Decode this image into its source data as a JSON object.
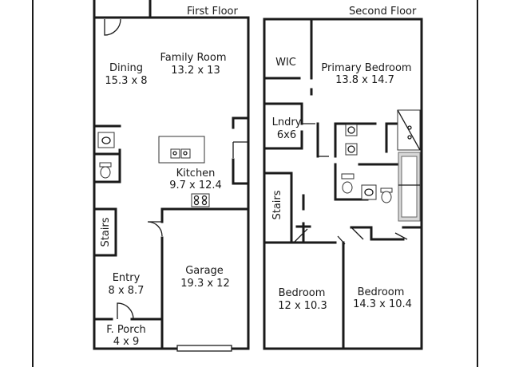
{
  "headers": {
    "first_floor": "First Floor",
    "second_floor": "Second Floor"
  },
  "first_floor": {
    "dining": {
      "name": "Dining",
      "size": "15.3 x 8"
    },
    "family_room": {
      "name": "Family Room",
      "size": "13.2 x 13"
    },
    "kitchen": {
      "name": "Kitchen",
      "size": "9.7 x 12.4"
    },
    "stairs": {
      "name": "Stairs"
    },
    "entry": {
      "name": "Entry",
      "size": "8 x 8.7"
    },
    "garage": {
      "name": "Garage",
      "size": "19.3 x 12"
    },
    "porch": {
      "name": "F. Porch",
      "size": "4 x 9"
    }
  },
  "second_floor": {
    "wic": {
      "name": "WIC"
    },
    "primary_bedroom": {
      "name": "Primary Bedroom",
      "size": "13.8 x 14.7"
    },
    "laundry": {
      "name": "Lndry",
      "size": "6x6"
    },
    "stairs": {
      "name": "Stairs"
    },
    "bedroom_left": {
      "name": "Bedroom",
      "size": "12 x 10.3"
    },
    "bedroom_right": {
      "name": "Bedroom",
      "size": "14.3 x 10.4"
    }
  }
}
